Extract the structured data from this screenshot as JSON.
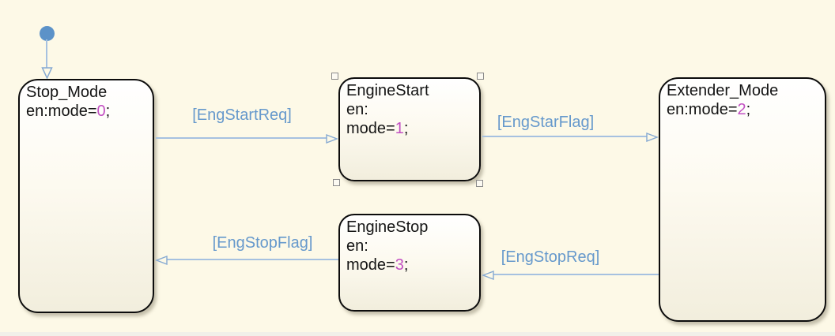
{
  "diagram": {
    "type": "stateflow-state-machine",
    "selection": {
      "selected_state": "EngineStart"
    }
  },
  "states": {
    "stop_mode": {
      "name": "Stop_Mode",
      "entry_prefix": "en:mode=",
      "entry_value": "0",
      "entry_suffix": ";"
    },
    "engine_start": {
      "name": "EngineStart",
      "entry_keyword": "en:",
      "entry_prefix": "mode=",
      "entry_value": "1",
      "entry_suffix": ";"
    },
    "extender_mode": {
      "name": "Extender_Mode",
      "entry_prefix": "en:mode=",
      "entry_value": "2",
      "entry_suffix": ";"
    },
    "engine_stop": {
      "name": "EngineStop",
      "entry_keyword": "en:",
      "entry_prefix": "mode=",
      "entry_value": "3",
      "entry_suffix": ";"
    }
  },
  "transitions": {
    "eng_start_req": {
      "label": "[EngStartReq]",
      "from": "Stop_Mode",
      "to": "EngineStart"
    },
    "eng_star_flag": {
      "label": "[EngStarFlag]",
      "from": "EngineStart",
      "to": "Extender_Mode"
    },
    "eng_stop_flag": {
      "label": "[EngStopFlag]",
      "from": "EngineStop",
      "to": "Stop_Mode"
    },
    "eng_stop_req": {
      "label": "[EngStopReq]",
      "from": "Extender_Mode",
      "to": "EngineStop"
    }
  },
  "colors": {
    "canvas_background": "#FDF9E7",
    "state_border": "#0C0C0C",
    "state_fill_top": "#FFFFFF",
    "state_fill_bottom": "#F2EEDD",
    "transition_line": "#A6C1E0",
    "transition_label": "#6699CC",
    "default_transition_dot": "#5C92C8",
    "entry_value_text": "#C24FC2"
  }
}
